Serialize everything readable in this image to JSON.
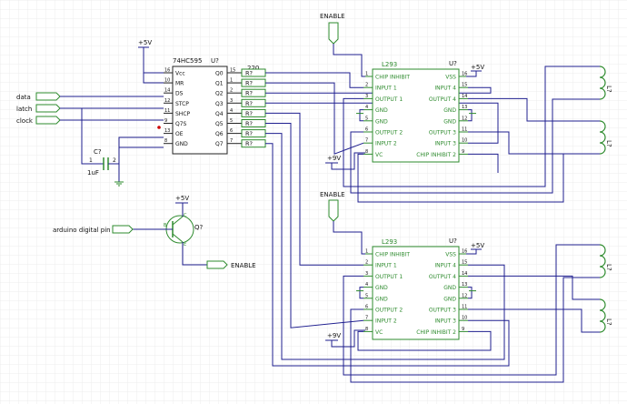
{
  "shift_register": {
    "part": "74HC595",
    "ref": "U?",
    "left_pins": [
      {
        "num": "16",
        "name": "Vcc"
      },
      {
        "num": "10",
        "name": "MR"
      },
      {
        "num": "14",
        "name": "DS"
      },
      {
        "num": "12",
        "name": "STCP"
      },
      {
        "num": "11",
        "name": "SHCP"
      },
      {
        "num": "9",
        "name": "Q7S"
      },
      {
        "num": "13",
        "name": "OE"
      },
      {
        "num": "8",
        "name": "GND"
      }
    ],
    "right_pins": [
      {
        "num": "15",
        "name": "Q0"
      },
      {
        "num": "1",
        "name": "Q1"
      },
      {
        "num": "2",
        "name": "Q2"
      },
      {
        "num": "3",
        "name": "Q3"
      },
      {
        "num": "4",
        "name": "Q4"
      },
      {
        "num": "5",
        "name": "Q5"
      },
      {
        "num": "6",
        "name": "Q6"
      },
      {
        "num": "7",
        "name": "Q7"
      }
    ]
  },
  "power_5v": "+5V",
  "power_9v": "+9V",
  "resistor_value": "220",
  "resistor_ref": "R?",
  "inputs": [
    "data",
    "latch",
    "clock"
  ],
  "capacitor": {
    "ref": "C?",
    "value": "1uF",
    "pin1": "1",
    "pin2": "2"
  },
  "enable_label": "ENABLE",
  "driver": {
    "part": "L293",
    "ref": "U?",
    "left_pins": [
      {
        "num": "1",
        "name": "CHIP INHIBIT"
      },
      {
        "num": "2",
        "name": "INPUT 1"
      },
      {
        "num": "3",
        "name": "OUTPUT 1"
      },
      {
        "num": "4",
        "name": "GND"
      },
      {
        "num": "5",
        "name": "GND"
      },
      {
        "num": "6",
        "name": "OUTPUT 2"
      },
      {
        "num": "7",
        "name": "INPUT 2"
      },
      {
        "num": "8",
        "name": "VC"
      }
    ],
    "right_pins": [
      {
        "num": "16",
        "name": "VSS"
      },
      {
        "num": "15",
        "name": "INPUT 4"
      },
      {
        "num": "14",
        "name": "OUTPUT 4"
      },
      {
        "num": "13",
        "name": "GND"
      },
      {
        "num": "12",
        "name": "GND"
      },
      {
        "num": "11",
        "name": "OUTPUT 3"
      },
      {
        "num": "10",
        "name": "INPUT 3"
      },
      {
        "num": "9",
        "name": "CHIP INHIBIT 2"
      }
    ]
  },
  "coil_label": "L?",
  "transistor": {
    "ref": "Q?",
    "pin_c": "C",
    "pin_b": "B",
    "pin_e": "E"
  },
  "arduino_label": "arduino digital pin",
  "colors": {
    "wire": "#1f1f8f",
    "part": "#2e8b2e",
    "text": "#111111",
    "grid": "#ececec"
  }
}
